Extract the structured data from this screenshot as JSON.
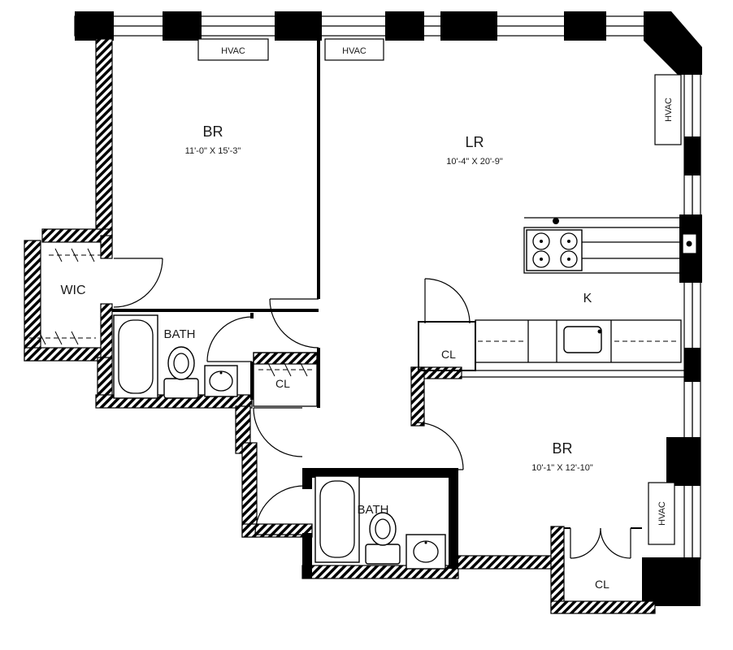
{
  "colors": {
    "wall": "#000000",
    "background": "#ffffff",
    "text": "#1a1a1a"
  },
  "rooms": {
    "br1": {
      "label": "BR",
      "dims": "11'-0\" X 15'-3\""
    },
    "lr": {
      "label": "LR",
      "dims": "10'-4\" X 20'-9\""
    },
    "wic": {
      "label": "WIC"
    },
    "bath1": {
      "label": "BATH"
    },
    "cl1": {
      "label": "CL"
    },
    "cl2": {
      "label": "CL"
    },
    "kitchen": {
      "label": "K"
    },
    "br2": {
      "label": "BR",
      "dims": "10'-1\" X 12'-10\""
    },
    "bath2": {
      "label": "BATH"
    },
    "cl3": {
      "label": "CL"
    }
  },
  "hvac": {
    "top_left": "HVAC",
    "top_mid": "HVAC",
    "right_upper": "HVAC",
    "right_lower": "HVAC"
  }
}
